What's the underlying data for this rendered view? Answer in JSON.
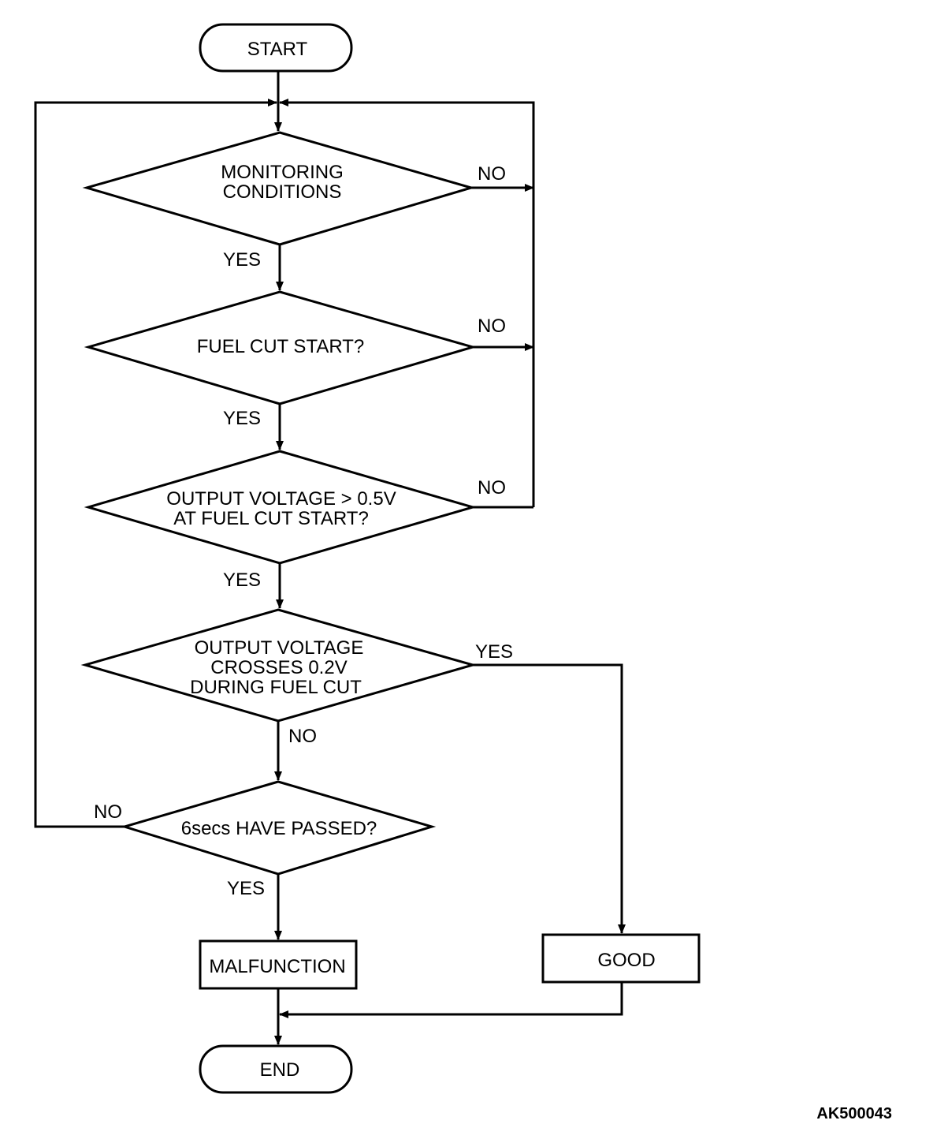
{
  "flowchart": {
    "start": "START",
    "end": "END",
    "decisions": {
      "monitoring": [
        "MONITORING",
        "CONDITIONS"
      ],
      "fuel_cut_start": "FUEL CUT START?",
      "output_voltage_start": [
        "OUTPUT VOLTAGE > 0.5V",
        "AT FUEL CUT START?"
      ],
      "crosses": [
        "OUTPUT VOLTAGE",
        "CROSSES 0.2V",
        "DURING FUEL CUT"
      ],
      "six_secs": "6secs HAVE PASSED?"
    },
    "branch_labels": {
      "yes": "YES",
      "no": "NO"
    },
    "results": {
      "malfunction": "MALFUNCTION",
      "good": "GOOD"
    }
  },
  "figure_ref": "AK500043"
}
